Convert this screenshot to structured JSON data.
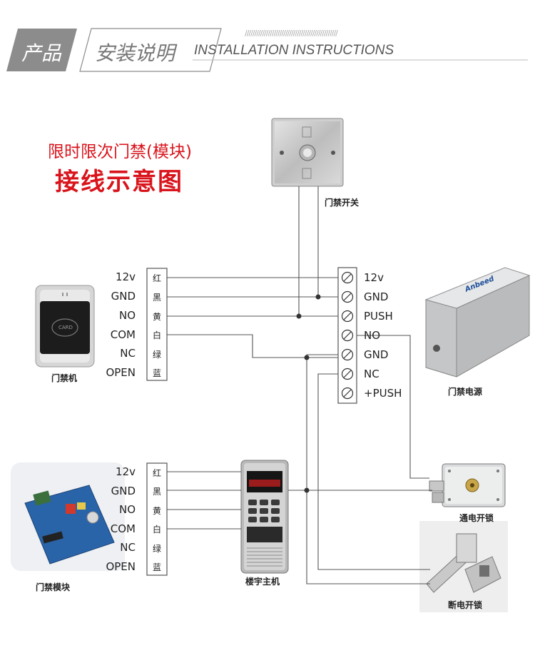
{
  "header": {
    "tag": "产品",
    "title": "安装说明",
    "subtitle": "INSTALLATION INSTRUCTIONS",
    "stripes": "////////////////////////////////////////////////"
  },
  "diagram": {
    "title_line1": "限时限次门禁(模块)",
    "title_line2": "接线示意图",
    "terminal_labels": [
      "12v",
      "GND",
      "PUSH",
      "NO",
      "GND",
      "NC",
      "+PUSH"
    ],
    "reader_pins": [
      "12v",
      "GND",
      "NO",
      "COM",
      "NC",
      "OPEN"
    ],
    "reader_wires": [
      "红",
      "黑",
      "黄",
      "白",
      "绿",
      "蓝"
    ],
    "module_pins": [
      "12v",
      "GND",
      "NO",
      "COM",
      "NC",
      "OPEN"
    ],
    "module_wires": [
      "红",
      "黑",
      "黄",
      "白",
      "绿",
      "蓝"
    ],
    "captions": {
      "exit_button": "门禁开关",
      "reader": "门禁机",
      "power": "门禁电源",
      "module": "门禁模块",
      "intercom": "楼宇主机",
      "power_on_lock": "通电开锁",
      "power_off_lock": "断电开锁"
    },
    "reader_card_text": "CARD",
    "power_brand": "Anbeed"
  }
}
